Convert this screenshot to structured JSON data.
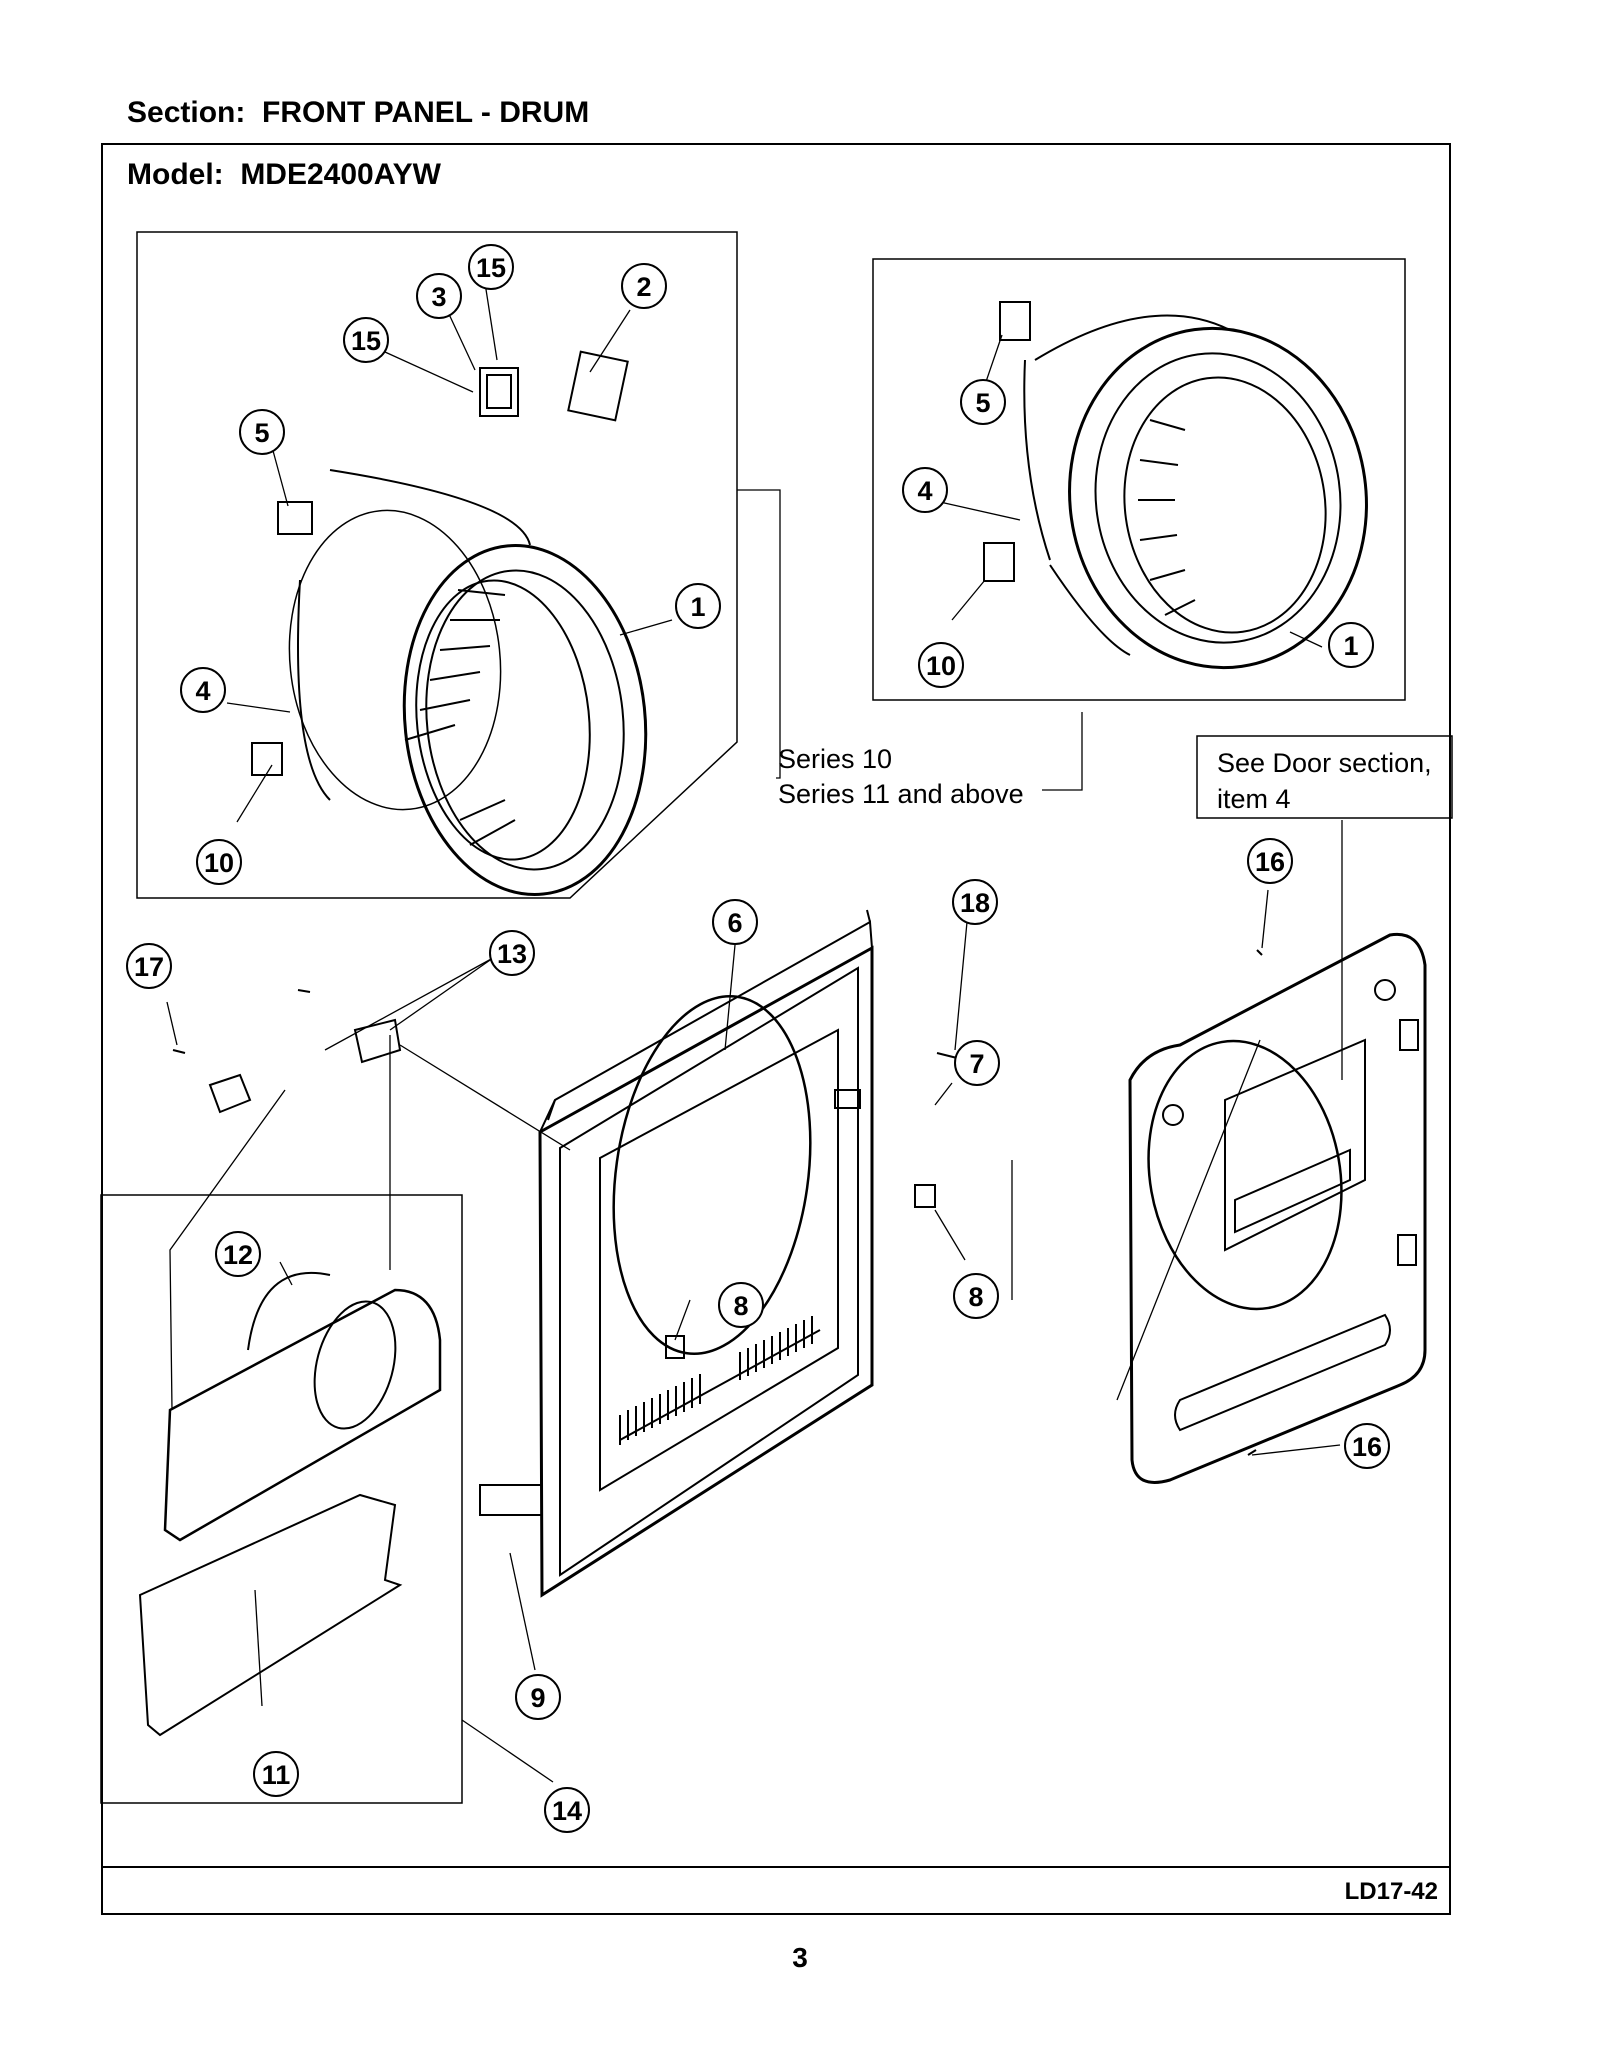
{
  "header": {
    "section_line": "Section:  FRONT PANEL - DRUM",
    "model_line": "Model:  MDE2400AYW"
  },
  "notes": {
    "series_10": "Series 10",
    "series_11": "Series 11 and above",
    "see_door_line1": "See Door section,",
    "see_door_line2": "item 4"
  },
  "callouts": [
    "15",
    "3",
    "15",
    "2",
    "5",
    "1",
    "4",
    "10",
    "5",
    "4",
    "10",
    "1",
    "6",
    "18",
    "17",
    "13",
    "7",
    "8",
    "8",
    "16",
    "12",
    "16",
    "9",
    "11",
    "14"
  ],
  "footer": {
    "code": "LD17-42",
    "page": "3"
  }
}
